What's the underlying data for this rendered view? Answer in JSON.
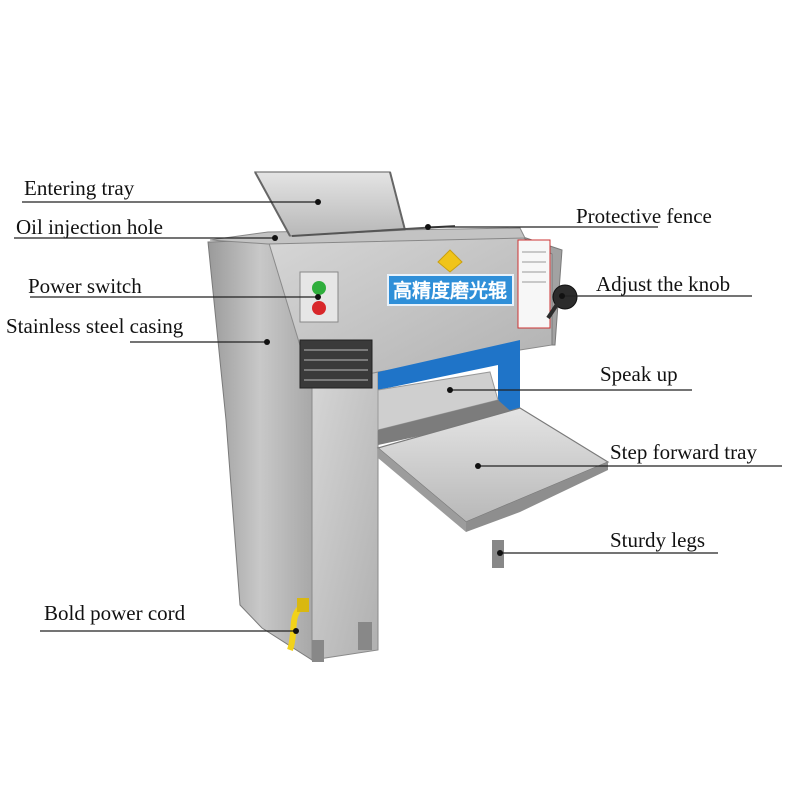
{
  "labels": {
    "entering_tray": "Entering tray",
    "oil_injection_hole": "Oil injection hole",
    "power_switch": "Power switch",
    "stainless_steel_casing": "Stainless steel casing",
    "bold_power_cord": "Bold power cord",
    "protective_fence": "Protective fence",
    "adjust_the_knob": "Adjust the knob",
    "speak_up": "Speak up",
    "step_forward_tray": "Step forward tray",
    "sturdy_legs": "Sturdy legs"
  },
  "machine": {
    "badge_text": "高精度磨光辊"
  },
  "colors": {
    "steel_light": "#d9d9d9",
    "steel_mid": "#b4b4b4",
    "steel_dark": "#8c8c8c",
    "badge_blue": "#2f8fd8",
    "panel_blue": "#1f74c8",
    "cord_yellow": "#f2d21a",
    "switch_green": "#2fae3c",
    "switch_red": "#d8272a"
  }
}
